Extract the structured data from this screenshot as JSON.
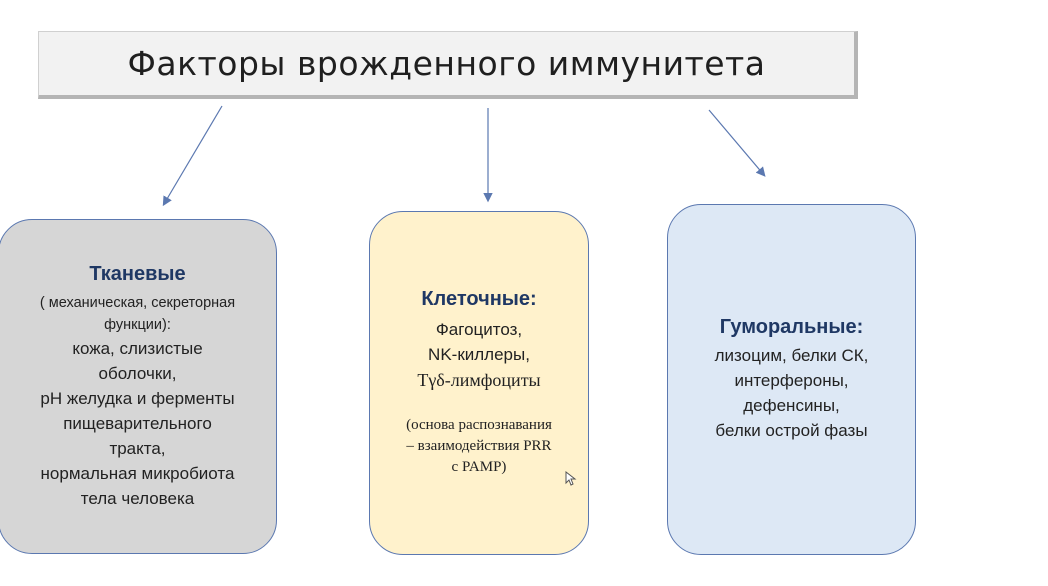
{
  "title": "Факторы врожденного иммунитета",
  "tissue": {
    "heading": "Тканевые",
    "subtitle_1": "( механическая, секреторная",
    "subtitle_2": "функции):",
    "lines": [
      "кожа, слизистые",
      "оболочки,",
      "pH желудка и ферменты",
      "пищеварительного",
      "тракта,",
      "нормальная микробиота",
      "тела человека"
    ]
  },
  "cellular": {
    "heading": "Клеточные:",
    "lines": [
      "Фагоцитоз,",
      "NK-киллеры,",
      "Tγδ-лимфоциты"
    ],
    "note": [
      "(основа распознавания",
      "– взаимодействия PRR",
      "с PAMP)"
    ]
  },
  "humoral": {
    "heading": "Гуморальные:",
    "lines": [
      "лизоцим, белки СК,",
      "интерфероны,",
      "дефенсины,",
      "белки острой фазы"
    ]
  },
  "colors": {
    "arrow": "#5b78b0",
    "heading": "#1f3864",
    "tissue_bg": "#d6d6d6",
    "cellular_bg": "#fff2cc",
    "humoral_bg": "#dde8f5"
  }
}
